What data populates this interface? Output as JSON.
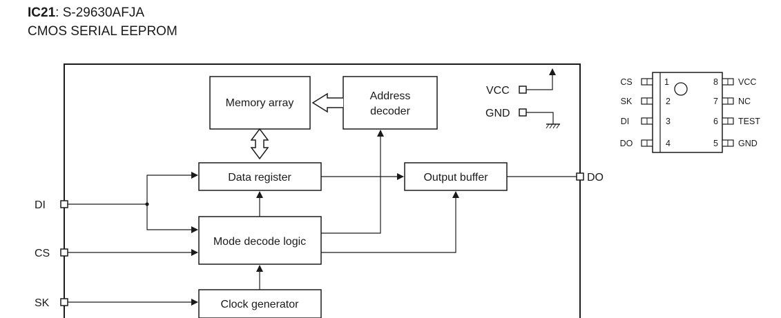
{
  "header": {
    "ref": "IC21",
    "separator": ": ",
    "part": "S-29630AFJA",
    "subtitle": "CMOS SERIAL EEPROM"
  },
  "blocks": {
    "memory_array": "Memory array",
    "address_decoder_line1": "Address",
    "address_decoder_line2": "decoder",
    "data_register": "Data register",
    "mode_decode_logic": "Mode decode logic",
    "clock_generator": "Clock generator",
    "output_buffer": "Output buffer"
  },
  "pins": {
    "vcc": "VCC",
    "gnd": "GND",
    "di": "DI",
    "cs": "CS",
    "sk": "SK",
    "do": "DO"
  },
  "package": {
    "left": [
      {
        "name": "CS",
        "num": "1"
      },
      {
        "name": "SK",
        "num": "2"
      },
      {
        "name": "DI",
        "num": "3"
      },
      {
        "name": "DO",
        "num": "4"
      }
    ],
    "right": [
      {
        "num": "8",
        "name": "VCC"
      },
      {
        "num": "7",
        "name": "NC"
      },
      {
        "num": "6",
        "name": "TEST"
      },
      {
        "num": "5",
        "name": "GND"
      }
    ]
  },
  "colors": {
    "line": "#1a1a1a",
    "background": "#ffffff"
  }
}
